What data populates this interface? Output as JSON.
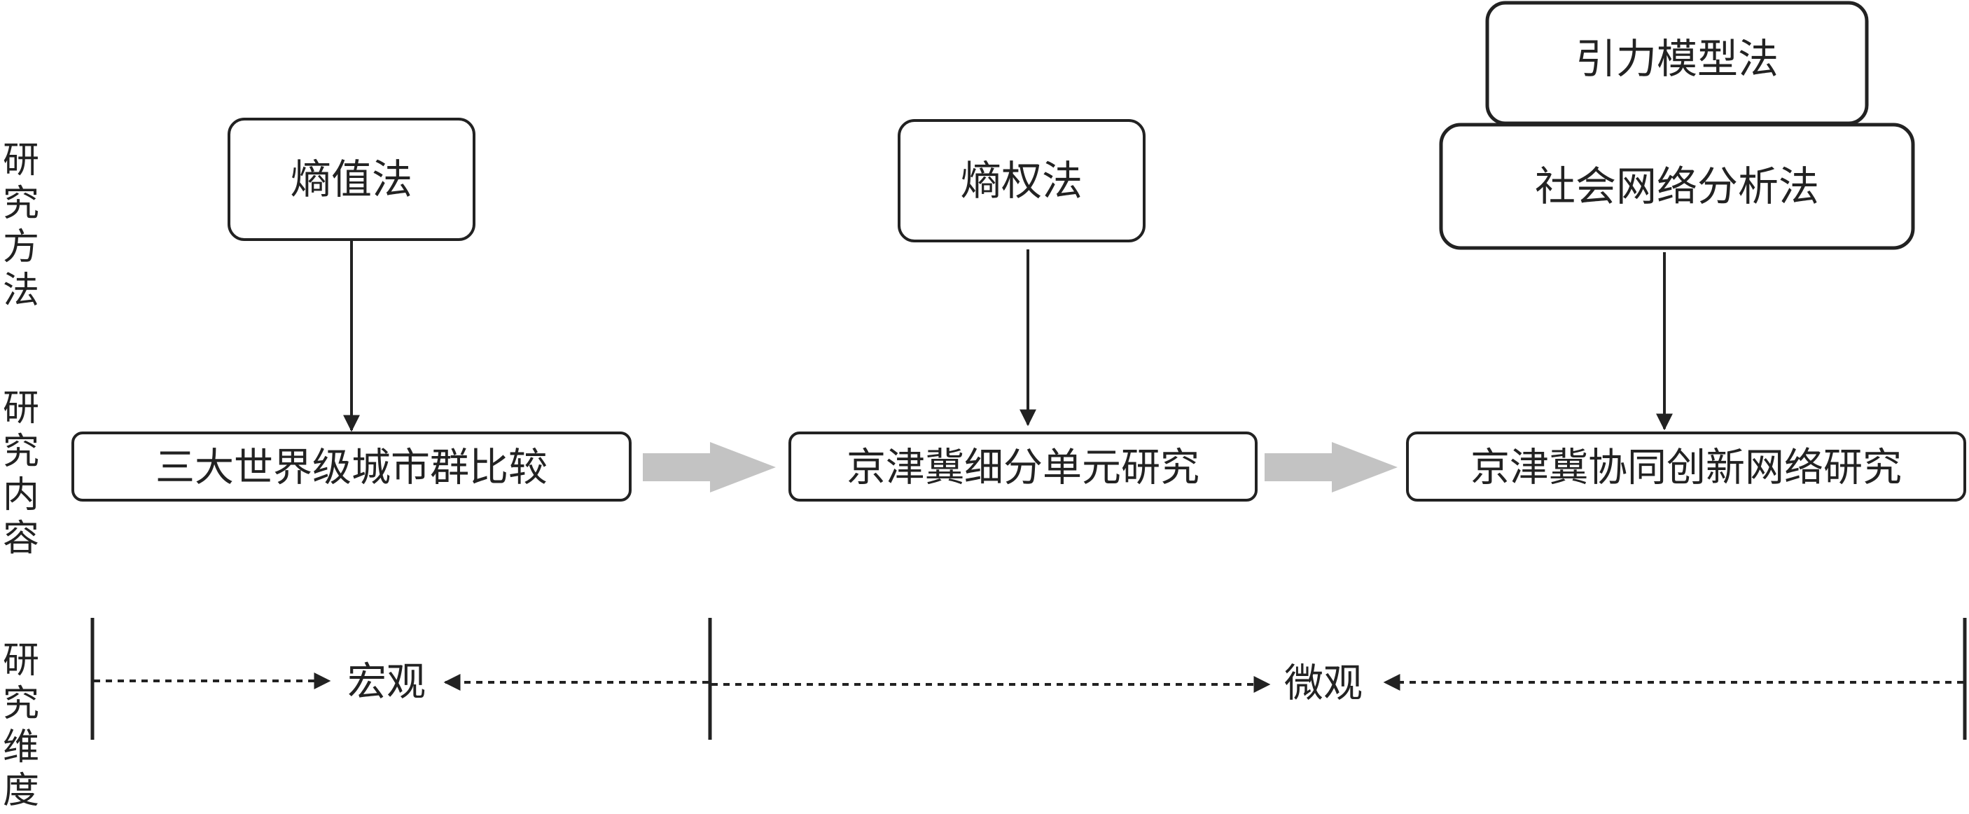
{
  "side_labels": {
    "methods": [
      "研",
      "究",
      "方",
      "法"
    ],
    "content": [
      "研",
      "究",
      "内",
      "容"
    ],
    "dimension": [
      "研",
      "究",
      "维",
      "度"
    ]
  },
  "methods": {
    "entropy_value": "熵值法",
    "entropy_weight": "熵权法",
    "gravity_model": "引力模型法",
    "social_network": "社会网络分析法"
  },
  "contents": {
    "megalopolis_compare": "三大世界级城市群比较",
    "jjj_units": "京津冀细分单元研究",
    "jjj_network": "京津冀协同创新网络研究"
  },
  "dimensions": {
    "macro": "宏观",
    "micro": "微观"
  },
  "colors": {
    "line": "#222222",
    "flow_arrow": "#c3c3c3"
  }
}
